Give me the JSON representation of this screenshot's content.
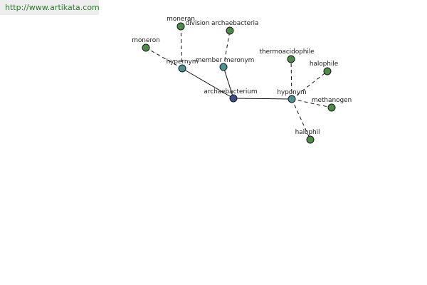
{
  "header": {
    "url": "http://www.artikata.com"
  },
  "colors": {
    "root_node": "#3b4d8c",
    "relation_node": "#4d9090",
    "leaf_node": "#4b8a47",
    "link": "#2a7a2a"
  },
  "graph": {
    "nodes": [
      {
        "id": "root",
        "label": "archaebacterium",
        "kind": "root"
      },
      {
        "id": "hypernym",
        "label": "hypernym",
        "kind": "relation"
      },
      {
        "id": "member-meronym",
        "label": "member meronym",
        "kind": "relation"
      },
      {
        "id": "hyponym",
        "label": "hyponym",
        "kind": "relation"
      },
      {
        "id": "moneran",
        "label": "moneran",
        "kind": "leaf"
      },
      {
        "id": "moneron",
        "label": "moneron",
        "kind": "leaf"
      },
      {
        "id": "division-archaebacteria",
        "label": "division archaebacteria",
        "kind": "leaf"
      },
      {
        "id": "thermoacidophile",
        "label": "thermoacidophile",
        "kind": "leaf"
      },
      {
        "id": "halophile",
        "label": "halophile",
        "kind": "leaf"
      },
      {
        "id": "methanogen",
        "label": "methanogen",
        "kind": "leaf"
      },
      {
        "id": "halophil",
        "label": "halophil",
        "kind": "leaf"
      }
    ],
    "edges": [
      {
        "from": "root",
        "to": "hypernym",
        "style": "solid"
      },
      {
        "from": "root",
        "to": "member-meronym",
        "style": "solid"
      },
      {
        "from": "root",
        "to": "hyponym",
        "style": "solid"
      },
      {
        "from": "hypernym",
        "to": "moneran",
        "style": "dashed"
      },
      {
        "from": "hypernym",
        "to": "moneron",
        "style": "dashed"
      },
      {
        "from": "member-meronym",
        "to": "division-archaebacteria",
        "style": "dashed"
      },
      {
        "from": "hyponym",
        "to": "thermoacidophile",
        "style": "dashed"
      },
      {
        "from": "hyponym",
        "to": "halophile",
        "style": "dashed"
      },
      {
        "from": "hyponym",
        "to": "methanogen",
        "style": "dashed"
      },
      {
        "from": "hyponym",
        "to": "halophil",
        "style": "dashed"
      }
    ]
  }
}
